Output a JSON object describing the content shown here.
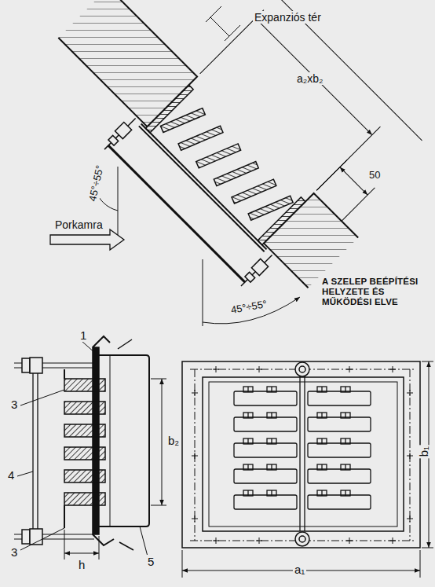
{
  "diagram": {
    "labels": [
      "Expanziós tér",
      "a₂xb₂",
      "50",
      "45°÷55°",
      "Porkamra",
      "A SZELEP BEÉPÍTÉSI HELYZETE ÉS MŰKÖDÉSI ELVE",
      "45°÷55°",
      "1",
      "3",
      "4",
      "3",
      "h",
      "5",
      "b₂",
      "a₁",
      "b₁"
    ]
  }
}
